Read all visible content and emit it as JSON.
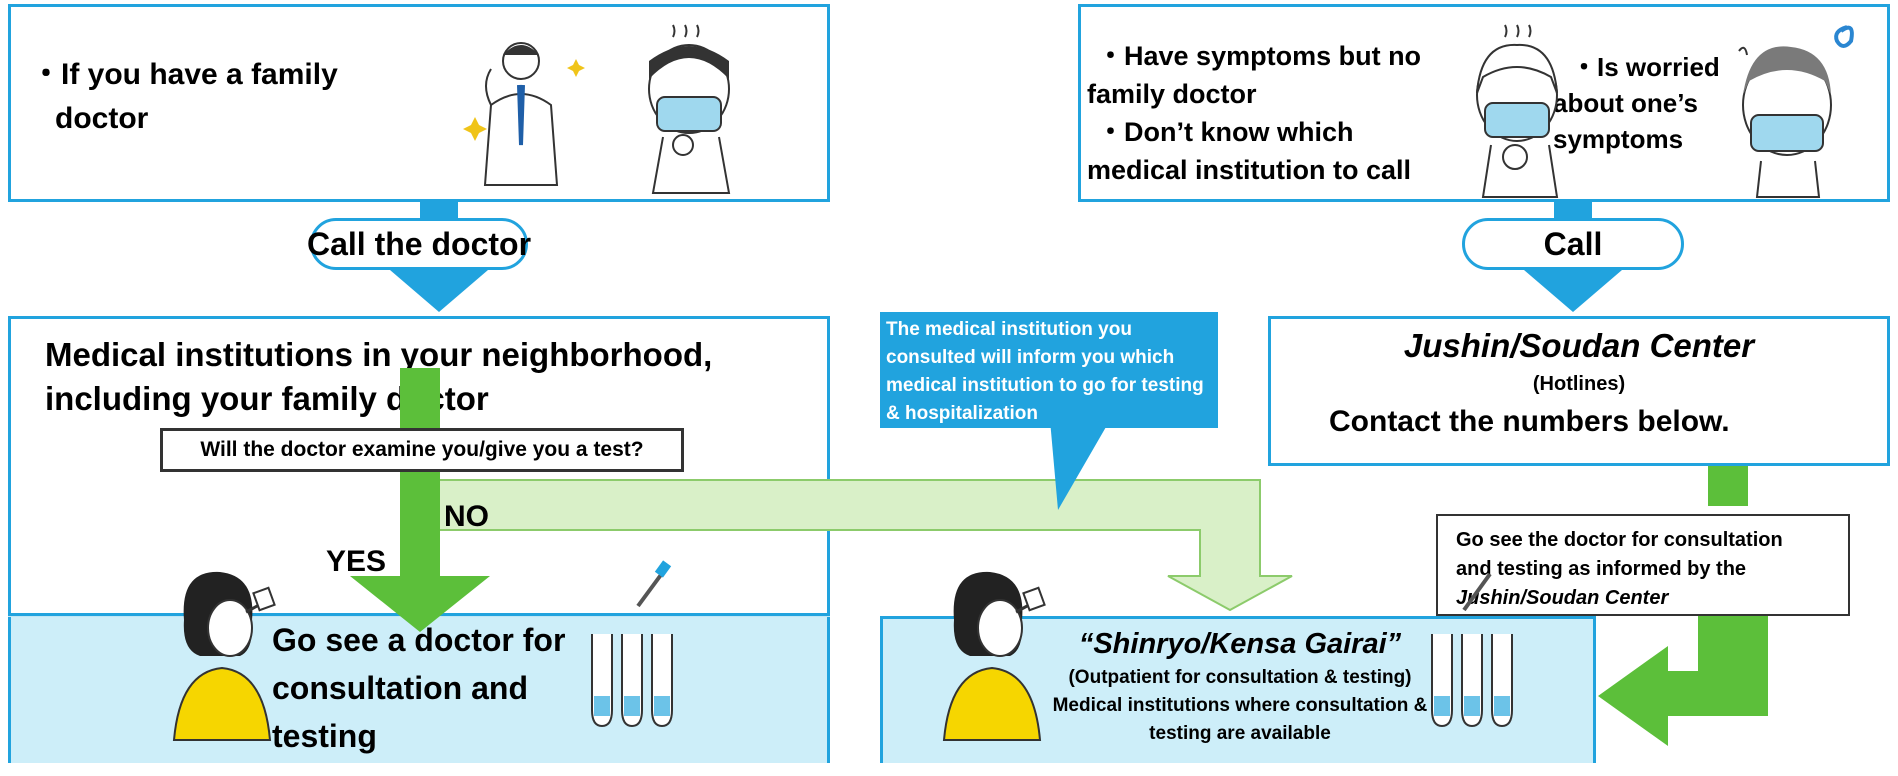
{
  "left_top": {
    "text_line1": "・If you have a family",
    "text_line2": "doctor"
  },
  "right_top": {
    "item1_line1": "・Have symptoms but no",
    "item1_line2": "family doctor",
    "item2_line1": "・Don’t know which",
    "item2_line2": "medical institution to call",
    "item3_line1": "・Is worried",
    "item3_line2": "about one’s",
    "item3_line3": "symptoms"
  },
  "connectors": {
    "call_doctor": "Call the doctor",
    "call": "Call",
    "no": "NO",
    "yes": "YES"
  },
  "left_mid": {
    "title_line1": "Medical institutions in your neighborhood,",
    "title_line2": "including your family doctor",
    "question": "Will the doctor examine you/give you a test?"
  },
  "callout": {
    "line1": "The medical institution you",
    "line2": "consulted  will inform you which",
    "line3": "medical institution to go for testing",
    "line4": "& hospitalization"
  },
  "right_mid": {
    "title": "Jushin/Soudan Center",
    "subtitle": "(Hotlines)",
    "contact": "Contact the numbers below."
  },
  "note_box": {
    "line1": "Go see the doctor for consultation",
    "line2": "and testing as informed by the",
    "line3": "Jushin/Soudan Center"
  },
  "left_bottom": {
    "line1": "Go see a doctor for",
    "line2": "consultation and",
    "line3": "testing"
  },
  "right_bottom": {
    "title": "“Shinryo/Kensa Gairai”",
    "line1": "(Outpatient for consultation & testing)",
    "line2": "Medical institutions where consultation &",
    "line3": "testing are available"
  },
  "colors": {
    "blue": "#21a3de",
    "green": "#5cbf3a",
    "light_green": "#d9f0c8",
    "light_blue": "#cdeef9"
  }
}
